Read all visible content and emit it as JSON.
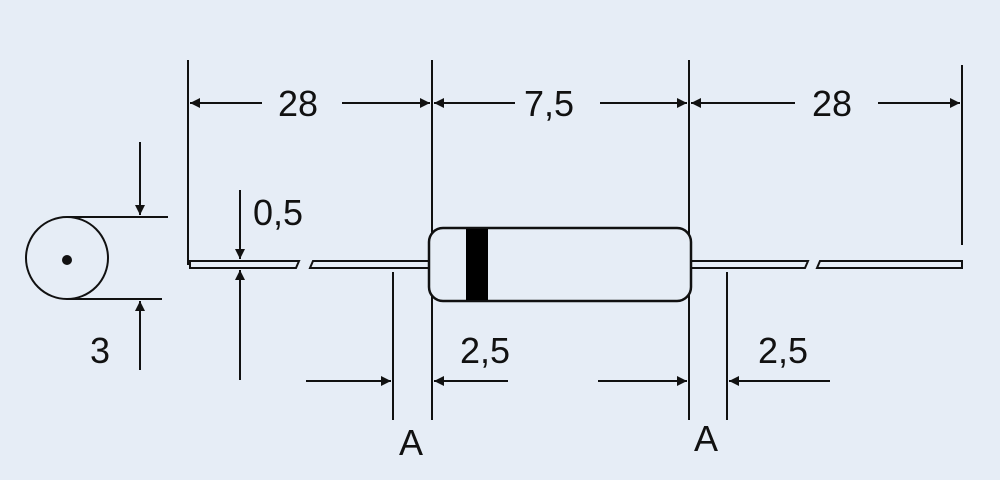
{
  "dimensions": {
    "lead_length_left": "28",
    "body_length": "7,5",
    "lead_length_right": "28",
    "lead_diameter": "0,5",
    "body_diameter": "3",
    "bend_distance_left": "2,5",
    "bend_distance_right": "2,5"
  },
  "markers": {
    "bend_point_left": "A",
    "bend_point_right": "A"
  },
  "colors": {
    "background": "#e6edf6",
    "line": "#111111",
    "body_fill": "#e6edf6",
    "cathode_band": "#000000"
  }
}
